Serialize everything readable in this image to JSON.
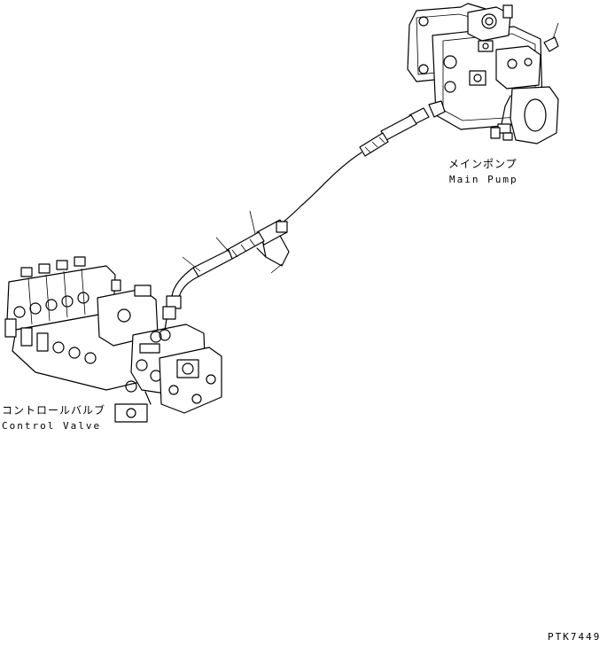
{
  "labels": {
    "main_pump_jp": "メインポンプ",
    "main_pump_en": "Main Pump",
    "control_valve_jp": "コントロールバルブ",
    "control_valve_en": "Control Valve",
    "figure_code": "PTK7449"
  },
  "colors": {
    "line": "#000000",
    "background": "#ffffff"
  }
}
